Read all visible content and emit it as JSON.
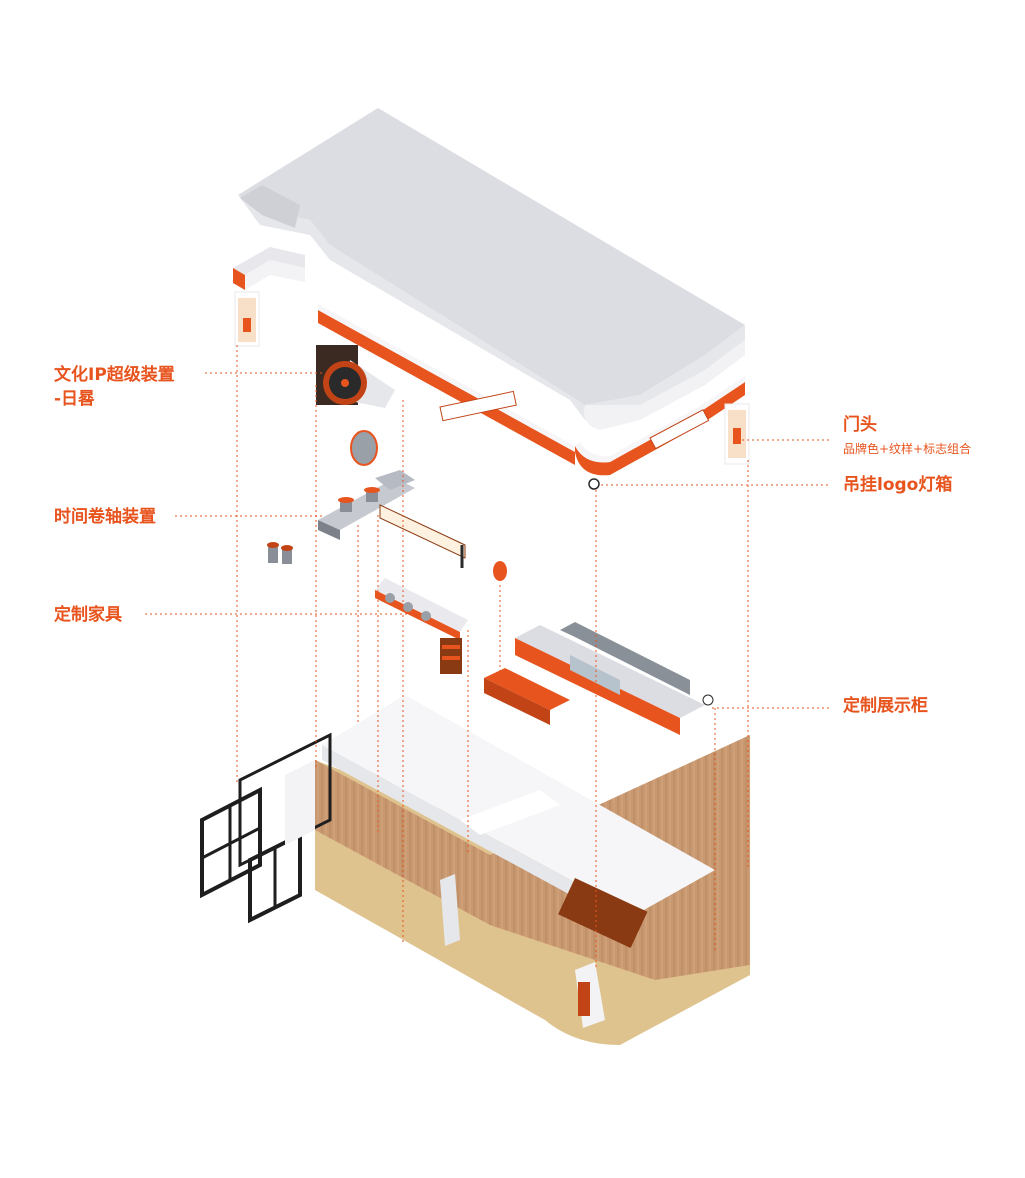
{
  "colors": {
    "accent": "#e8541e",
    "roof": "#dcdde2",
    "roof_light": "#f6f6f8",
    "wall_white": "#ffffff",
    "wood": "#c89870",
    "floor": "#dfc38f",
    "dark": "#2a2a2a",
    "steel": "#9aa0a8"
  },
  "labels": {
    "culture_ip_line1": "文化IP超级装置",
    "culture_ip_line2": "-日晷",
    "time_scroll": "时间卷轴装置",
    "custom_furniture": "定制家具",
    "door_head": "门头",
    "door_head_sub": "品牌色+纹样+标志组合",
    "hanging_logo": "吊挂logo灯箱",
    "display_cabinet": "定制展示柜"
  }
}
